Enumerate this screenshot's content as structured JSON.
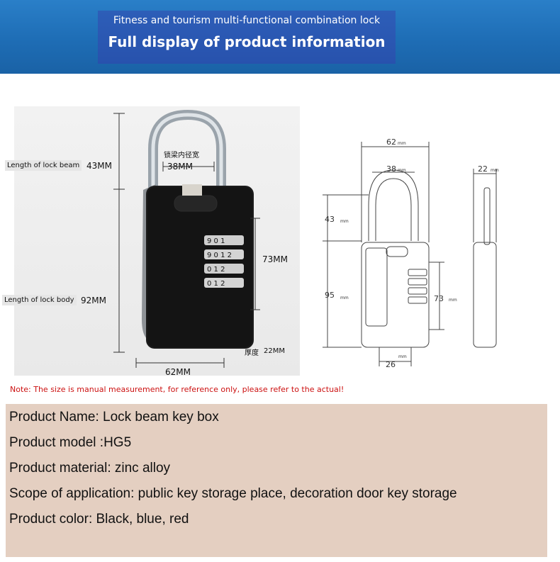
{
  "banner": {
    "subtitle": "Fitness and tourism multi-functional combination lock",
    "title": "Full display of product information"
  },
  "photo": {
    "beam_label": "Length of lock beam",
    "beam_value": "43MM",
    "body_label": "Length of lock body",
    "body_value": "92MM",
    "inner_width_cn": "锁梁内径宽",
    "inner_width_value": "38MM",
    "keypad_value": "73MM",
    "thickness_cn": "厚度",
    "thickness_value": "22MM",
    "width_value": "62MM",
    "dial_digits": [
      "9 0 1",
      "9 0 1 2",
      "0 1 2",
      "0 1 2"
    ]
  },
  "drawing": {
    "w62": "62",
    "w38": "38",
    "h43": "43",
    "h95": "95",
    "h73": "73",
    "w26": "26",
    "side22": "22",
    "unit": "mm"
  },
  "note": "Note: The size is manual measurement, for reference only, please refer to the actual!",
  "info": [
    "Product Name: Lock beam key box",
    "Product model :HG5",
    "Product material: zinc alloy",
    "Scope of application: public key storage place, decoration door key storage",
    "Product color: Black, blue, red"
  ]
}
